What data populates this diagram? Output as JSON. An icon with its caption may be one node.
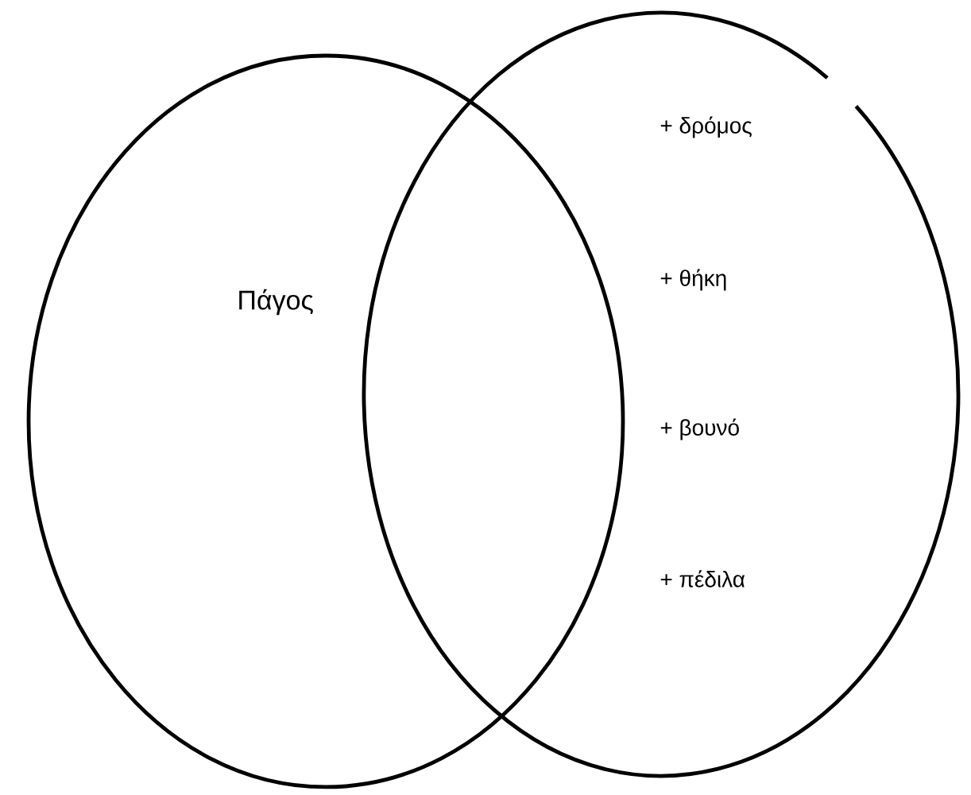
{
  "diagram": {
    "nodes": [
      {
        "text": [
          "Πάγος"
        ]
      },
      {
        "text": [
          "+ δρόμος",
          "+ θήκη",
          "+ βουνό",
          "+ πέδιλα"
        ]
      }
    ]
  }
}
